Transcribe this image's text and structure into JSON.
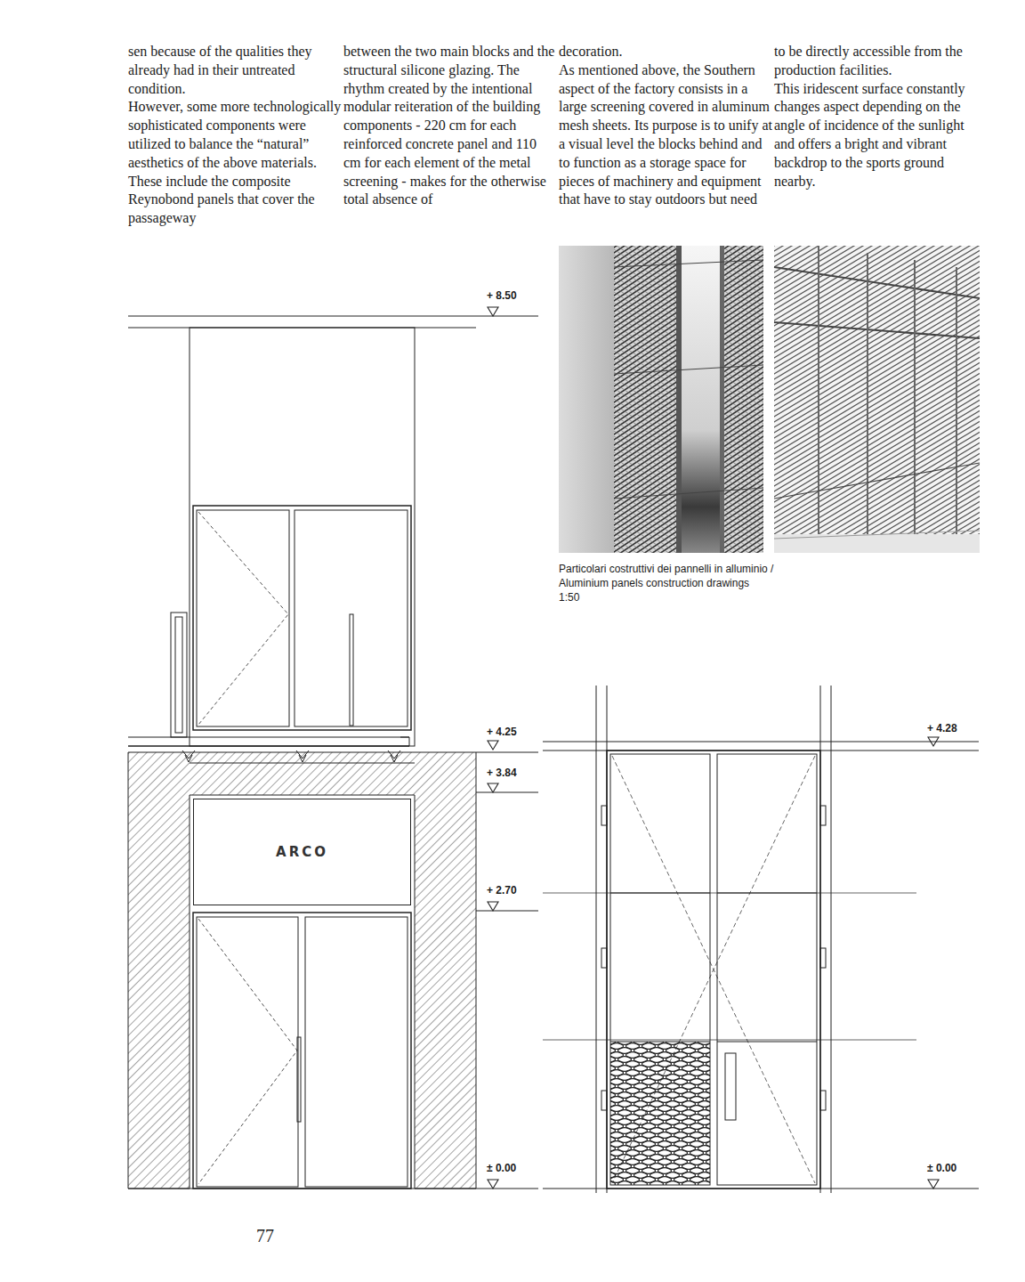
{
  "diagram": {
    "caption": "Particolari costruttivi dei pannelli in alluminio / Aluminium panels construction drawings",
    "nodes": [
      {
        "text": [
          "ARCO"
        ]
      }
    ],
    "labels": [
      "sen because of the qualities they already had in their untreated condition.",
      "However, some more technologically sophisticated components were utilized to balance the “natural” aesthetics of the above materials. These include the composite Reynobond panels that cover the passageway",
      "between the two main blocks and the structural silicone glazing. The rhythm created by the intentional modular reiteration of the building components - 220 cm for each reinforced concrete panel and 110 cm for each element of the metal screening - makes for the otherwise total absence of",
      "decoration.",
      "As mentioned above, the Southern aspect of the factory consists in a large screening covered in aluminum mesh sheets. Its purpose is to unify at a visual level the blocks behind and to function as a storage space for pieces of machinery and equipment that have to stay outdoors but need",
      "to be directly accessible from the production facilities.",
      "This iridescent surface constantly changes aspect depending on the angle of incidence of the sunlight and offers a bright and vibrant backdrop to the sports ground nearby.",
      "+ 8.50",
      "+ 4.25",
      "+ 3.84",
      "+ 2.70",
      "± 0.00",
      "+ 4.28",
      "± 0.00",
      "1:50",
      "77"
    ]
  }
}
